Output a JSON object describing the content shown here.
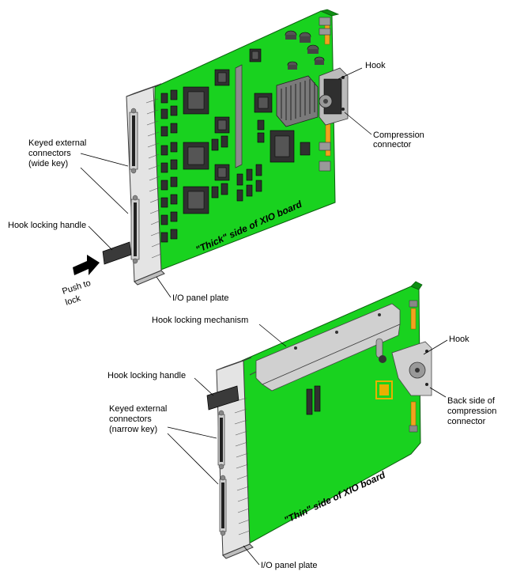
{
  "top_board": {
    "labels": {
      "hook": "Hook",
      "compression_line1": "Compression",
      "compression_line2": "connector",
      "keyed_wide_line1": "Keyed external",
      "keyed_wide_line2": "connectors",
      "keyed_wide_line3": "(wide key)",
      "hook_locking_handle": "Hook locking handle",
      "push_line1": "Push to",
      "push_line2": "lock",
      "io_panel_plate": "I/O panel plate",
      "side_caption": "\"Thick\" side of XIO board"
    }
  },
  "bottom_board": {
    "labels": {
      "hook_locking_mechanism": "Hook locking mechanism",
      "hook": "Hook",
      "hook_locking_handle": "Hook locking handle",
      "keyed_narrow_line1": "Keyed external",
      "keyed_narrow_line2": "connectors",
      "keyed_narrow_line3": "(narrow key)",
      "back_side_line1": "Back side of",
      "back_side_line2": "compression",
      "back_side_line3": "connector",
      "io_panel_plate": "I/O panel plate",
      "side_caption": "\"Thin\" side of XIO board"
    }
  },
  "colors": {
    "board": "#19d21f",
    "chip": "#303030",
    "plate": "#e4e4e4",
    "gold_contacts": "#f2a21e",
    "metal": "#d0d0d0"
  }
}
